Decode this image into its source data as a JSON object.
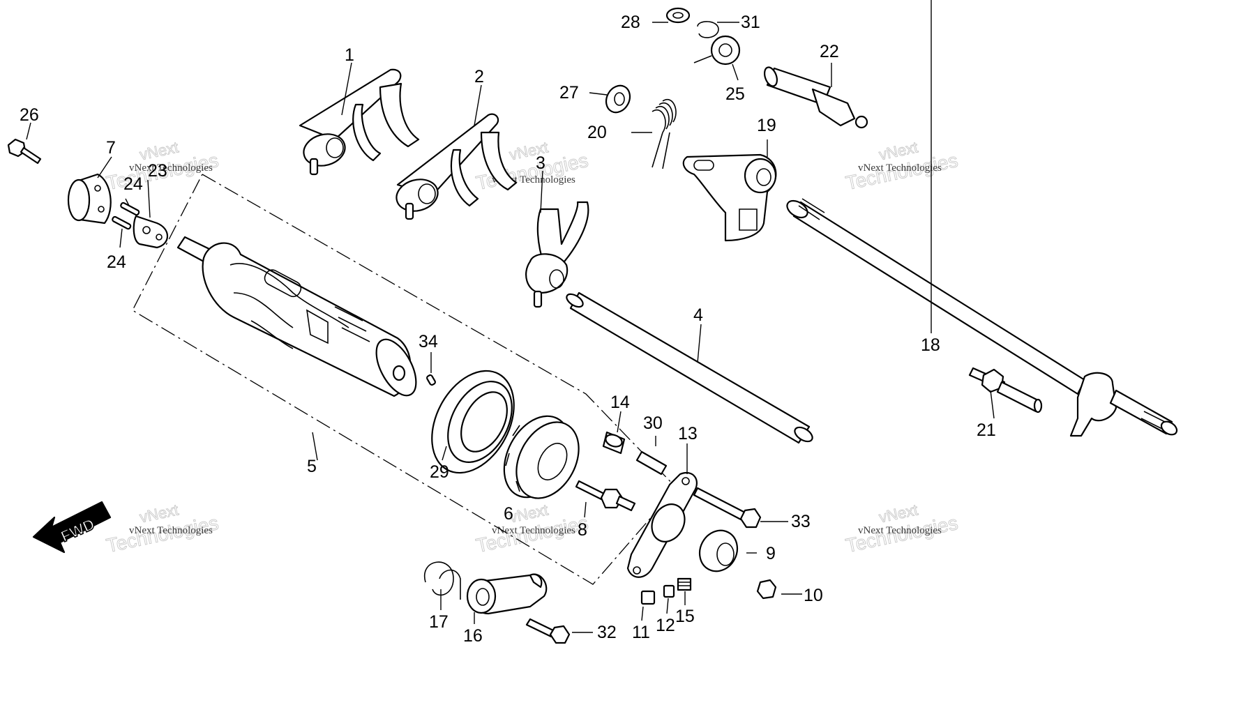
{
  "diagram": {
    "callouts": [
      "1",
      "2",
      "3",
      "4",
      "5",
      "6",
      "7",
      "8",
      "9",
      "10",
      "11",
      "12",
      "13",
      "15",
      "14",
      "16",
      "17",
      "18",
      "19",
      "20",
      "21",
      "22",
      "23",
      "24",
      "24",
      "25",
      "26",
      "27",
      "28",
      "29",
      "30",
      "31",
      "32",
      "33",
      "34"
    ],
    "direction_label": "FWD",
    "watermark": {
      "line1": "vNext",
      "line2": "Technologies",
      "line3": "vNext Technologies"
    }
  }
}
